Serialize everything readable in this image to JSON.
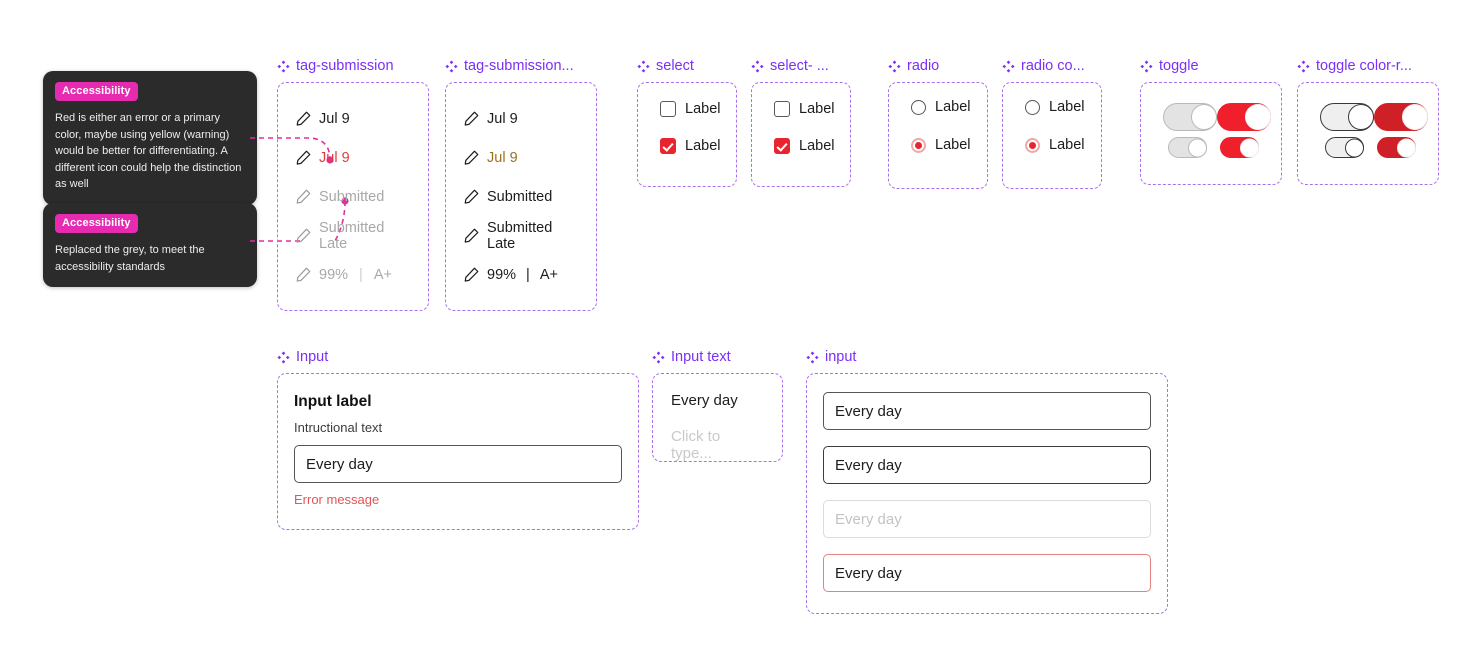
{
  "annotations": [
    {
      "tag": "Accessibility",
      "text": "Red is either an error or a primary color, maybe using yellow (warning) would be better for differentiating. A different icon could help the distinction as well"
    },
    {
      "tag": "Accessibility",
      "text": "Replaced the grey, to meet the accessibility standards"
    }
  ],
  "components": {
    "tag_submission_before": {
      "label": "tag-submission",
      "rows": [
        {
          "text": "Jul 9",
          "style": "dark"
        },
        {
          "text": "Jul 9",
          "style": "red"
        },
        {
          "text": "Submitted",
          "style": "grey"
        },
        {
          "text": "Submitted Late",
          "style": "grey"
        },
        {
          "text": "99%",
          "separator": "|",
          "text2": "A+",
          "style": "grey"
        }
      ]
    },
    "tag_submission_after": {
      "label": "tag-submission...",
      "rows": [
        {
          "text": "Jul 9",
          "style": "dark"
        },
        {
          "text": "Jul 9",
          "style": "amber"
        },
        {
          "text": "Submitted",
          "style": "dark"
        },
        {
          "text": "Submitted Late",
          "style": "dark"
        },
        {
          "text": "99%",
          "separator": "|",
          "text2": "A+",
          "style": "dark"
        }
      ]
    },
    "select": {
      "label": "select",
      "options": [
        {
          "label": "Label",
          "checked": false
        },
        {
          "label": "Label",
          "checked": true
        }
      ]
    },
    "select_color": {
      "label": "select- ...",
      "options": [
        {
          "label": "Label",
          "checked": false
        },
        {
          "label": "Label",
          "checked": true
        }
      ]
    },
    "radio": {
      "label": "radio",
      "options": [
        {
          "label": "Label",
          "checked": false
        },
        {
          "label": "Label",
          "checked": true
        }
      ]
    },
    "radio_color": {
      "label": "radio co...",
      "options": [
        {
          "label": "Label",
          "checked": false
        },
        {
          "label": "Label",
          "checked": true
        }
      ]
    },
    "toggle": {
      "label": "toggle"
    },
    "toggle_color": {
      "label": "toggle color-r..."
    },
    "input": {
      "label": "Input",
      "title": "Input label",
      "help": "Intructional text",
      "value": "Every day",
      "error": "Error message"
    },
    "input_text": {
      "label": "Input text",
      "value": "Every day",
      "placeholder": "Click to type..."
    },
    "input_stack": {
      "label": "input",
      "fields": [
        {
          "value": "Every day",
          "state": "default"
        },
        {
          "value": "Every day",
          "state": "focus"
        },
        {
          "value": "Every day",
          "state": "disabled"
        },
        {
          "value": "Every day",
          "state": "error"
        }
      ]
    }
  },
  "colors": {
    "frame_purple": "#a971f0",
    "label_purple": "#7b2ff7",
    "annotation_pink": "#e72bb0",
    "error_red": "#e8252f",
    "warning_amber": "#9b7322",
    "disabled_grey": "#a8a8a8"
  }
}
